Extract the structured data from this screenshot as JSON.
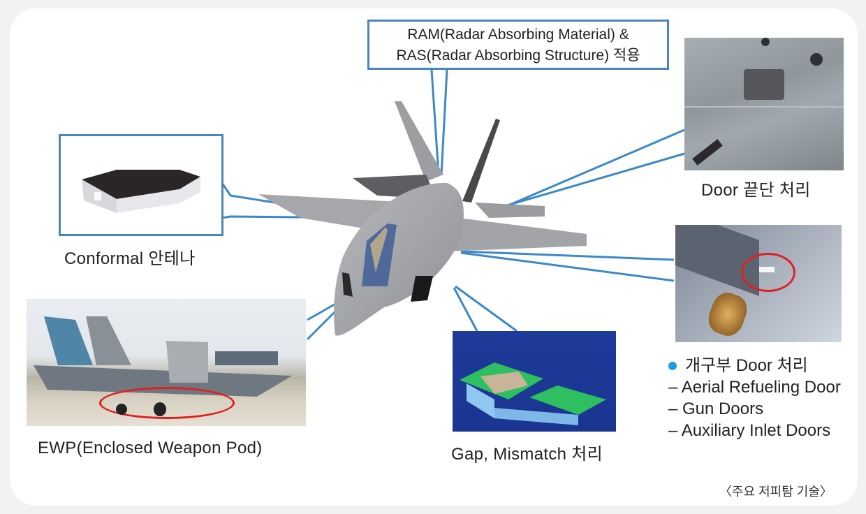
{
  "title_callout": {
    "line1": "RAM(Radar Absorbing Material) &",
    "line2": "RAS(Radar Absorbing Structure) 적용"
  },
  "labels": {
    "conformal": "Conformal 안테나",
    "door_edge": "Door 끝단 처리",
    "ewp": "EWP(Enclosed Weapon Pod)",
    "gap": "Gap, Mismatch 처리"
  },
  "opening_doors": {
    "heading": "개구부 Door 처리",
    "items": [
      "– Aerial Refueling Door",
      "– Gun Doors",
      "– Auxiliary Inlet Doors"
    ]
  },
  "caption": "〈주요 저피탐 기술〉",
  "colors": {
    "callout_line": "#4a86b8",
    "bullet": "#1e9be6",
    "highlight_circle": "#e02020"
  }
}
